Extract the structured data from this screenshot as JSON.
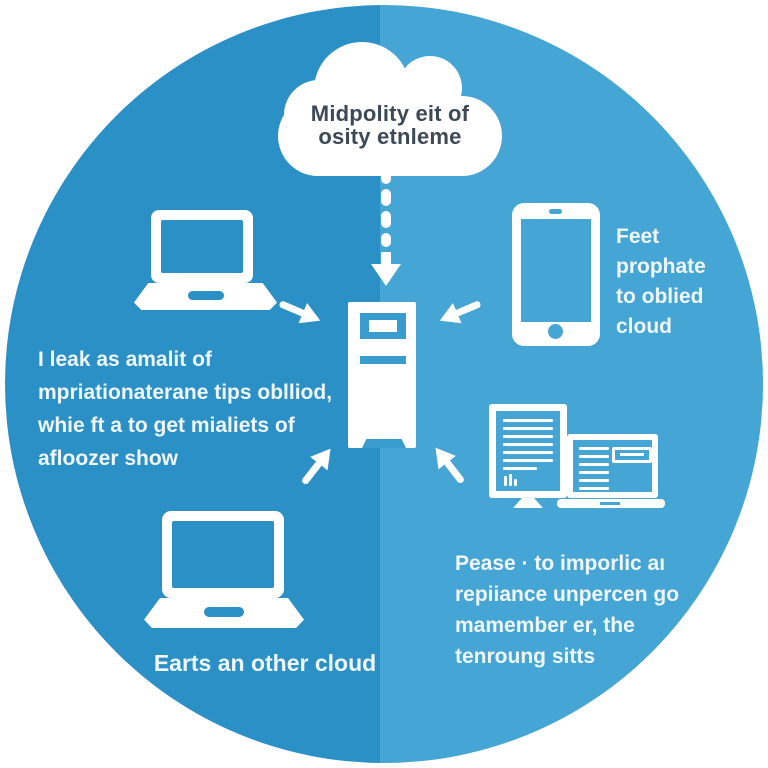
{
  "diagram": {
    "type": "cloud-network-infographic",
    "colors": {
      "background": "#ffffff",
      "circle_left_half": "#2a90c5",
      "circle_right_half": "#45a5d4",
      "cloud_fill": "#ffffff",
      "cloud_text": "#3d4956",
      "icon_fill": "#ffffff",
      "server_accent": "#3a9bce",
      "label_text": "#f0f8fb"
    },
    "cloud_label": {
      "line1": "Midpolity eit of",
      "line2": "osity etnleme"
    },
    "labels": {
      "left_block": [
        "I leak as amalit of",
        "mpriationaterane tips oblliod,",
        "whie ft a to get mialiets of",
        "afloozer show"
      ],
      "right_block": [
        "Feet",
        "prophate",
        "to oblied",
        "cloud"
      ],
      "bottom_right_block": [
        "Pease · to imporlic aı",
        "repiiance unpercen go",
        "mamember er, the",
        "tenroung sitts"
      ],
      "bottom_caption": "Earts an other cloud"
    },
    "icons": {
      "cloud": "cloud-icon",
      "top_left_device": "laptop-icon",
      "bottom_left_device": "laptop-icon",
      "right_device": "smartphone-icon",
      "center_device": "server-tower-icon",
      "bottom_right_device": "dual-monitor-workstation-icon",
      "cloud_link": "dashed-down-arrow-icon",
      "connection_arrows": [
        "arrow-down-right-icon",
        "arrow-down-left-icon",
        "arrow-up-right-icon",
        "arrow-up-left-icon"
      ]
    }
  }
}
